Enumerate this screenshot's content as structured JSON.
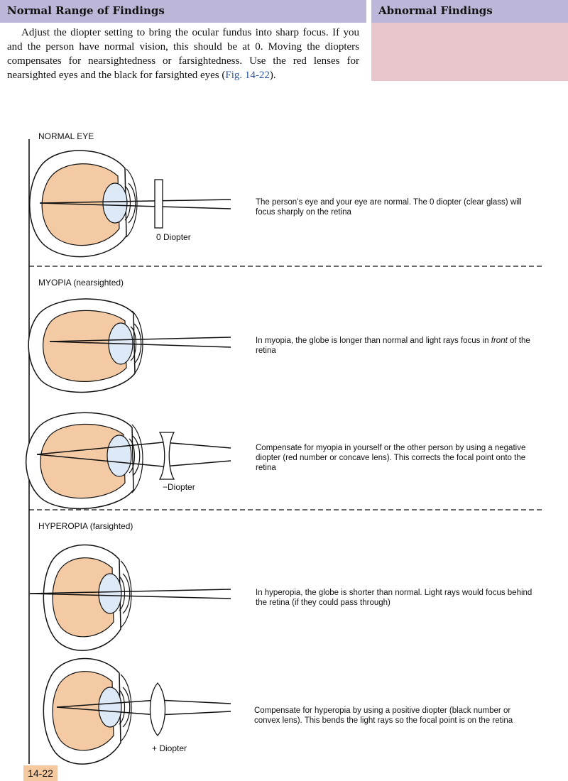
{
  "header": {
    "left_title": "Normal Range of Findings",
    "right_title": "Abnormal Findings"
  },
  "intro": {
    "text_before": "Adjust the diopter setting to bring the ocular fundus into sharp focus. If you and the person have normal vision, this should be at 0. Moving the diopters compensates for nearsightedness or farsightedness. Use the red lenses for nearsighted eyes and the black for farsighted eyes (",
    "fig_ref": "Fig. 14-22",
    "text_after": ")."
  },
  "diagram": {
    "sections": [
      {
        "title": "NORMAL EYE",
        "panels": [
          {
            "lens_label": "0 Diopter",
            "description": [
              "The person’s eye and your eye are normal. The 0 diopter (clear glass) will",
              "focus sharply on the retina"
            ]
          }
        ]
      },
      {
        "title": "MYOPIA (nearsighted)",
        "panels": [
          {
            "lens_label": "",
            "description_parts": [
              "In myopia, the globe is longer than normal and light rays focus in ",
              "front",
              " of the"
            ],
            "description_line2": "retina"
          },
          {
            "lens_label": "−Diopter",
            "description": [
              "Compensate for myopia in yourself or the other person by using a negative",
              "diopter (red number or concave lens). This corrects the focal point onto the",
              "retina"
            ]
          }
        ]
      },
      {
        "title": "HYPEROPIA (farsighted)",
        "panels": [
          {
            "lens_label": "",
            "description": [
              "In hyperopia, the globe is shorter than normal. Light rays would focus behind",
              "the retina (if they could pass through)"
            ]
          },
          {
            "lens_label": "+ Diopter",
            "description": [
              "Compensate for hyperopia by using a positive diopter (black number or",
              "convex lens). This bends the light rays so the focal point is on the retina"
            ]
          }
        ]
      }
    ]
  },
  "figure_number": "14-22",
  "colors": {
    "header_bg": "#bcb7d8",
    "abnormal_bg": "#e8c6cc",
    "globe_fill": "#f4caa4",
    "lens_fill": "#dde9f6",
    "fig_tag_bg": "#f5c9a0",
    "fig_ref": "#2a56a8"
  }
}
